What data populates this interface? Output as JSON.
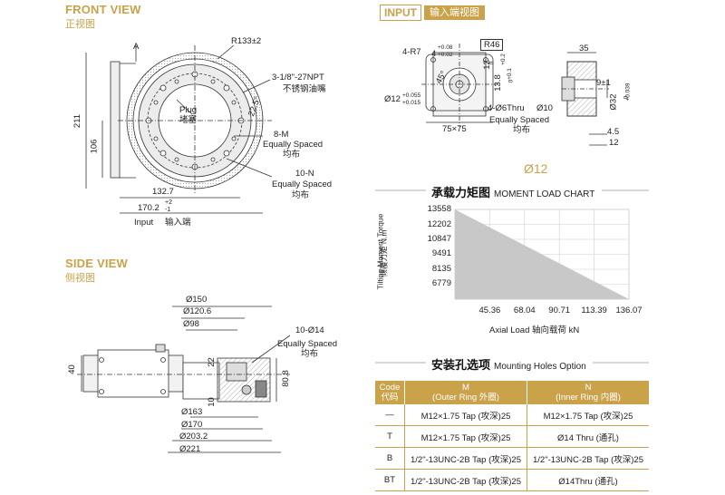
{
  "front_view": {
    "title": "FRONT VIEW",
    "subtitle": "正视图",
    "labels": {
      "a": "A",
      "r133": "R133±2",
      "npt": "3-1/8\"-27NPT",
      "npt_cn": "不锈钢油嘴",
      "angle": "22.5°",
      "plug": "Plug",
      "plug_cn": "堵塞",
      "m8": "8-M",
      "eq1": "Equally Spaced",
      "eq1_cn": "均布",
      "n10": "10-N",
      "eq2": "Equally Spaced",
      "eq2_cn": "均布",
      "d211": "211",
      "d106": "106",
      "d132": "132.7",
      "d170": "170.2",
      "tol_up": "+2",
      "tol_dn": "-1",
      "input": "Input",
      "input_cn": "输入端"
    }
  },
  "input_view": {
    "badge": "INPUT",
    "subtitle": "输入端视图",
    "labels": {
      "r7": "4-R7",
      "d4": "4",
      "d4_up": "+0.08",
      "d4_dn": "+0.02",
      "r46": "R46",
      "t12": "12",
      "t12_up": "+0.2",
      "t12_dn": "0",
      "angle45": "45°",
      "d13": "13.8",
      "d13_up": "+0.1",
      "d13_dn": "0",
      "phi12": "Ø12",
      "phi12_up": "+0.055",
      "phi12_dn": "+0.015",
      "thru": "4-Ø6Thru",
      "thru_depth": "Ø10",
      "eq": "Equally Spaced",
      "eq_cn": "均布",
      "sq": "75×75",
      "d35": "35",
      "d9": "9±1",
      "phi32": "Ø32",
      "phi32_up": "+0.039",
      "phi32_dn": "0",
      "d45": "4.5",
      "d12": "12"
    },
    "caption": "Ø12"
  },
  "side_view": {
    "title": "SIDE VIEW",
    "subtitle": "侧视图",
    "labels": {
      "d150": "Ø150",
      "d120": "Ø120.6",
      "d98": "Ø98",
      "n10": "10-Ø14",
      "eq": "Equally Spaced",
      "eq_cn": "均布",
      "d40": "40",
      "d22": "22",
      "d10": "10",
      "d80": "80.8",
      "d163": "Ø163",
      "d170": "Ø170",
      "d203": "Ø203.2",
      "d221": "Ø221"
    }
  },
  "moment_chart": {
    "title_cn": "承载力矩图",
    "title_en": "MOMENT LOAD CHART",
    "ylabel": "Tilting Moment Torque",
    "ylabel_cn": "倾覆力矩 N.m",
    "xlabel": "Axial Load   轴向载荷  kN"
  },
  "chart_data": {
    "type": "area",
    "title": "MOMENT LOAD CHART",
    "xlabel": "Axial Load   轴向载荷  kN",
    "ylabel": "Tilting Moment Torque",
    "x_ticks": [
      "45.36",
      "68.04",
      "90.71",
      "113.39",
      "136.07"
    ],
    "y_ticks": [
      "13558",
      "12202",
      "10847",
      "9491",
      "8135",
      "6779"
    ],
    "x": [
      22.68,
      136.07
    ],
    "y": [
      13558,
      5423
    ],
    "xlim": [
      22.68,
      136.07
    ],
    "ylim": [
      5423,
      13558
    ],
    "grid": true,
    "fill_color": "#c8c8c8"
  },
  "mounting_holes": {
    "title_cn": "安装孔选项",
    "title_en": "Mounting Holes Option",
    "headers": {
      "code": "Code",
      "code_cn": "代码",
      "m": "M",
      "m_sub": "(Outer Ring 外圈)",
      "n": "N",
      "n_sub": "(Inner Ring 内圈)"
    },
    "rows": [
      {
        "code": "—",
        "m": "M12×1.75 Tap (攻深)25",
        "n": "M12×1.75 Tap (攻深)25"
      },
      {
        "code": "T",
        "m": "M12×1.75 Tap (攻深)25",
        "n": "Ø14 Thru (通孔)"
      },
      {
        "code": "B",
        "m": "1/2\"-13UNC-2B Tap (攻深)25",
        "n": "1/2\"-13UNC-2B Tap (攻深)25"
      },
      {
        "code": "BT",
        "m": "1/2\"-13UNC-2B Tap (攻深)25",
        "n": "Ø14Thru (通孔)"
      }
    ]
  },
  "colors": {
    "accent": "#c9a24a",
    "line": "#333333",
    "hatch": "#bdbdbd"
  }
}
